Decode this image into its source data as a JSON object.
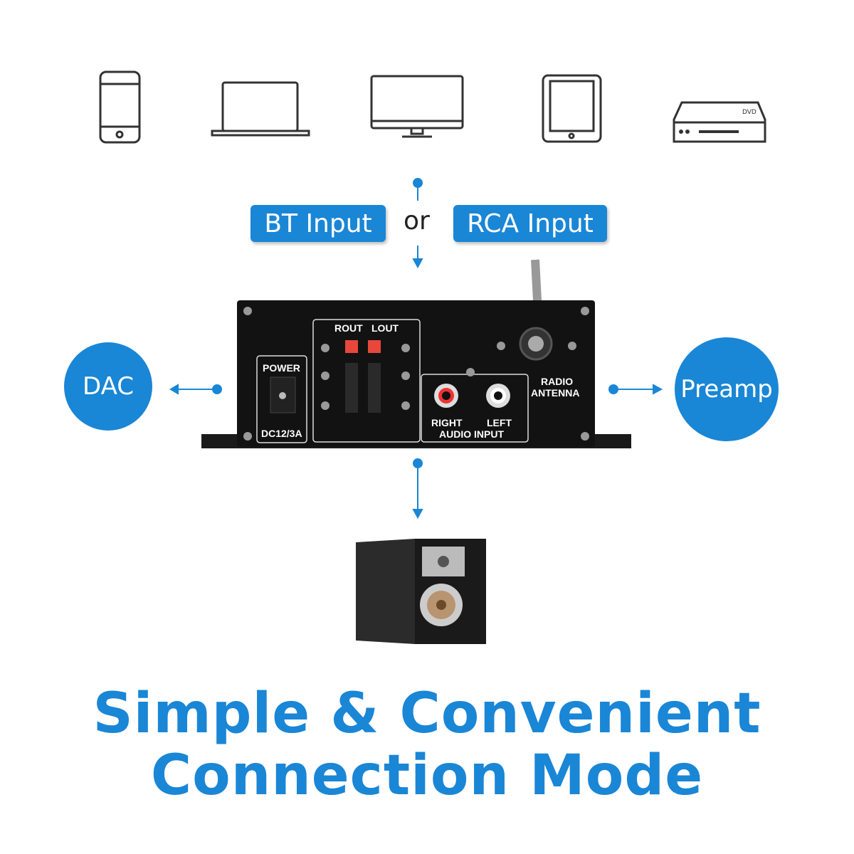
{
  "devices": [
    "smartphone",
    "laptop",
    "monitor",
    "tablet",
    "dvd-player"
  ],
  "dvd_label": "DVD",
  "inputs": {
    "bt": "BT Input",
    "or": "or",
    "rca": "RCA Input"
  },
  "outputs": {
    "dac": "DAC",
    "preamp": "Preamp"
  },
  "amplifier": {
    "rout": "ROUT",
    "lout": "LOUT",
    "power": "POWER",
    "dc": "DC12/3A",
    "right": "RIGHT",
    "left": "LEFT",
    "audio_input": "AUDIO INPUT",
    "radio": "RADIO",
    "antenna": "ANTENNA"
  },
  "title": {
    "line1": "Simple & Convenient",
    "line2": "Connection Mode"
  },
  "colors": {
    "accent": "#1a86d6",
    "device": "#333333",
    "amp": "#111111"
  }
}
